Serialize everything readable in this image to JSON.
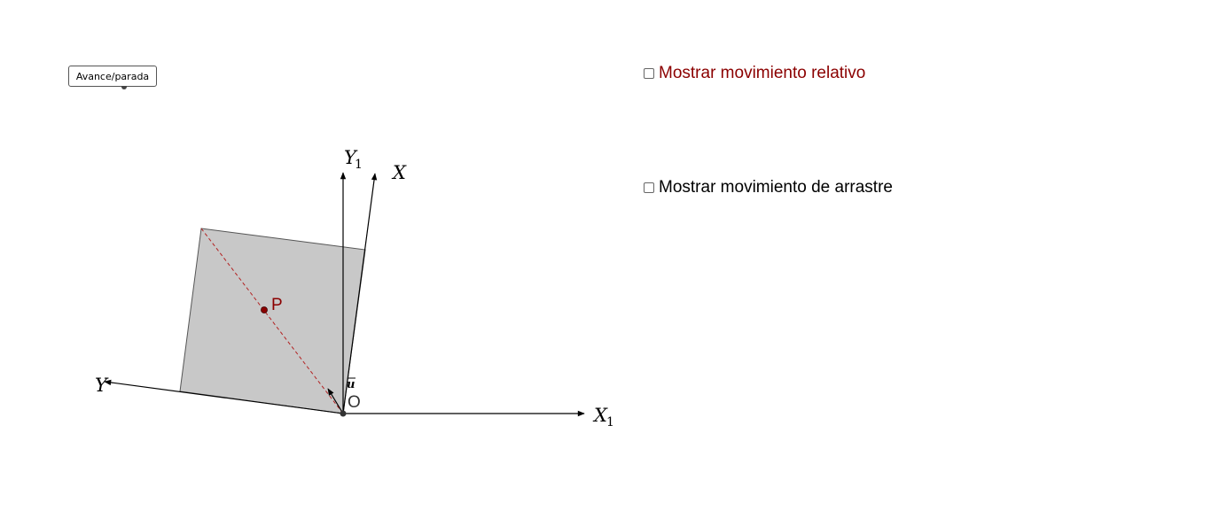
{
  "toolbar": {
    "advance_button_label": "Avance/parada"
  },
  "checkboxes": [
    {
      "label": "Mostrar movimiento relativo",
      "checked": false,
      "color": "#8b0000"
    },
    {
      "label": "Mostrar movimiento de arrastre",
      "checked": false,
      "color": "#000000"
    }
  ],
  "diagram": {
    "fixed_axes": {
      "x_label": "X",
      "x_subscript": "1",
      "y_label": "Y",
      "y_subscript": "1"
    },
    "moving_axes": {
      "x_label": "X",
      "y_label": "Y"
    },
    "origin_label": "O",
    "point_label": "P",
    "vector_label": "u",
    "colors": {
      "body_fill": "#c8c8c8",
      "point": "#8b0000",
      "diagonal": "#b22222",
      "axes": "#000000"
    }
  }
}
